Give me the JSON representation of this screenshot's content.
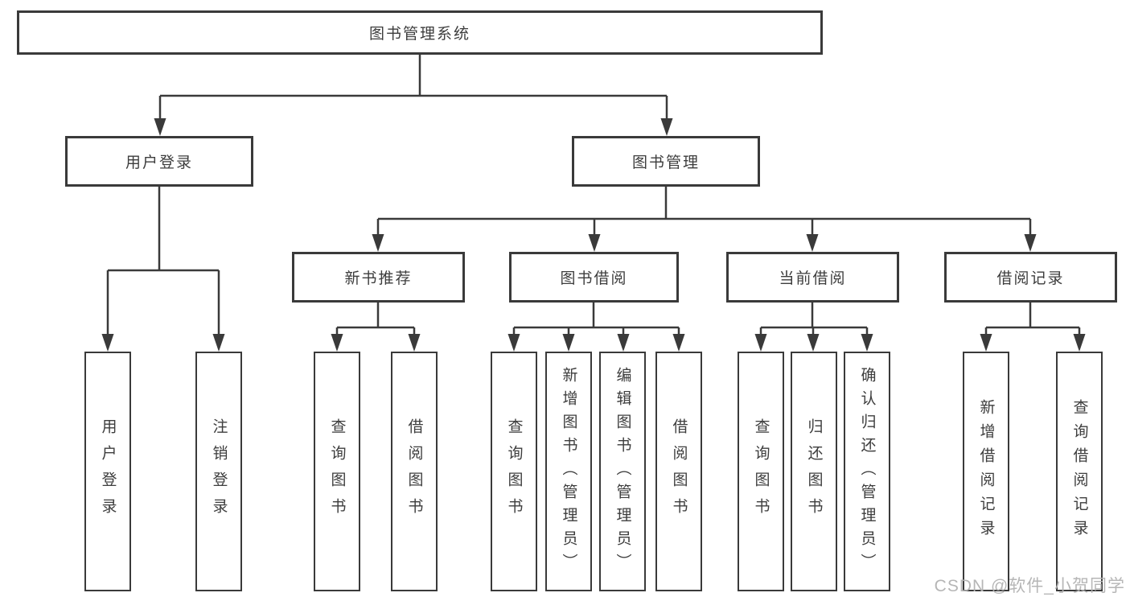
{
  "diagram": {
    "title": "图书管理系统",
    "root": {
      "label": "图书管理系统"
    },
    "level2": [
      {
        "label": "用户登录"
      },
      {
        "label": "图书管理"
      }
    ],
    "level3": [
      {
        "label": "新书推荐"
      },
      {
        "label": "图书借阅"
      },
      {
        "label": "当前借阅"
      },
      {
        "label": "借阅记录"
      }
    ],
    "leaves": {
      "user_login": [
        "用户登录",
        "注销登录"
      ],
      "new_book": [
        "查询图书",
        "借阅图书"
      ],
      "book_borrow": [
        "查询图书",
        "新增图书（管理员）",
        "编辑图书（管理员）",
        "借阅图书"
      ],
      "current_borrow": [
        "查询图书",
        "归还图书",
        "确认归还（管理员）"
      ],
      "borrow_record": [
        "新增借阅记录",
        "查询借阅记录"
      ]
    }
  },
  "colors": {
    "line": "#3a3a3a",
    "text": "#3d3d3d",
    "background": "#ffffff",
    "watermark": "#b2b2b2"
  },
  "watermark": {
    "text": "CSDN @软件_小贺同学"
  }
}
